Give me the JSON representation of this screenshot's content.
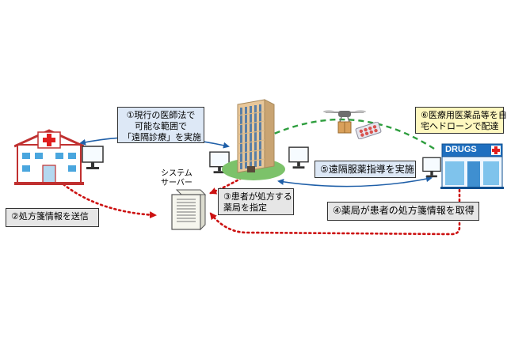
{
  "labels": {
    "telemedicine": [
      "①現行の医師法で",
      "可能な範囲で",
      "「遠隔診療」を実施"
    ],
    "send_prescription": "②処方箋情報を送信",
    "designate_pharmacy": [
      "③患者が処方する",
      "薬局を指定"
    ],
    "obtain_prescription": "④薬局が患者の処方箋情報を取得",
    "remote_guidance": "⑤遠隔服薬指導を実施",
    "drone_delivery": [
      "⑥医療用医薬品等を自",
      "宅へドローンで配達"
    ],
    "server": [
      "システム",
      "サーバー"
    ],
    "pharmacy_sign": "DRUGS"
  },
  "colors": {
    "blue_arrow": "#1f5fa8",
    "red_dotted": "#cc1111",
    "green_dashed": "#2e9e3e",
    "hospital_cross": "#e01e1e",
    "building_tower": "#e8c79a",
    "grass": "#7cc26a"
  },
  "icons": [
    "hospital-icon",
    "computer-monitor-icon",
    "server-icon",
    "apartment-building-icon",
    "drone-icon",
    "medicine-pack-icon",
    "pharmacy-icon"
  ]
}
